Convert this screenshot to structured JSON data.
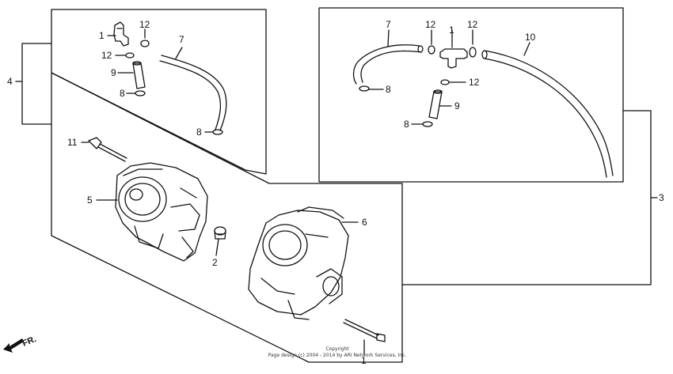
{
  "callouts": {
    "c1_left": "1",
    "c12_left_top": "12",
    "c12_left_mid": "12",
    "c7_left": "7",
    "c9_left": "9",
    "c8_left_a": "8",
    "c8_left_b": "8",
    "c4": "4",
    "c11": "11",
    "c5": "5",
    "c2": "2",
    "c6": "6",
    "c1_bottom": "1",
    "c7_right": "7",
    "c12_right_a": "12",
    "c1_right": "1",
    "c12_right_b": "12",
    "c10": "10",
    "c8_right_a": "8",
    "c12_right_c": "12",
    "c9_right": "9",
    "c8_right_b": "8",
    "c3": "3"
  },
  "direction_label": "FR.",
  "copyright": {
    "line1": "Copyright",
    "line2": "Page design (c) 2004 - 2014 by ARI Network Services, Inc."
  }
}
